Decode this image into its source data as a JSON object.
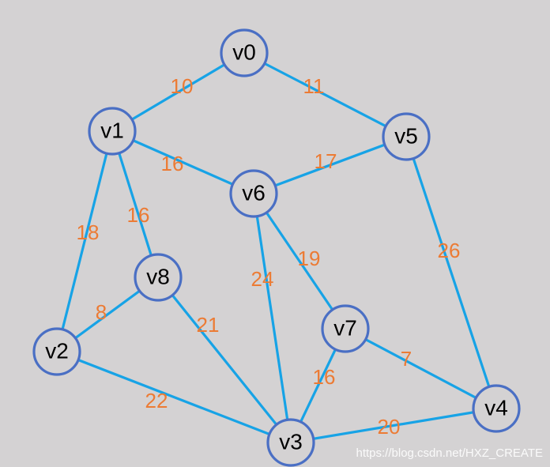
{
  "graph": {
    "nodes": [
      {
        "id": "v0",
        "label": "v0"
      },
      {
        "id": "v1",
        "label": "v1"
      },
      {
        "id": "v2",
        "label": "v2"
      },
      {
        "id": "v3",
        "label": "v3"
      },
      {
        "id": "v4",
        "label": "v4"
      },
      {
        "id": "v5",
        "label": "v5"
      },
      {
        "id": "v6",
        "label": "v6"
      },
      {
        "id": "v7",
        "label": "v7"
      },
      {
        "id": "v8",
        "label": "v8"
      }
    ],
    "edges": [
      {
        "from": "v0",
        "to": "v1",
        "weight": "10"
      },
      {
        "from": "v0",
        "to": "v5",
        "weight": "11"
      },
      {
        "from": "v1",
        "to": "v6",
        "weight": "16"
      },
      {
        "from": "v1",
        "to": "v8",
        "weight": "16"
      },
      {
        "from": "v1",
        "to": "v2",
        "weight": "18"
      },
      {
        "from": "v5",
        "to": "v6",
        "weight": "17"
      },
      {
        "from": "v5",
        "to": "v4",
        "weight": "26"
      },
      {
        "from": "v6",
        "to": "v7",
        "weight": "19"
      },
      {
        "from": "v6",
        "to": "v3",
        "weight": "24"
      },
      {
        "from": "v8",
        "to": "v2",
        "weight": "8"
      },
      {
        "from": "v8",
        "to": "v3",
        "weight": "21"
      },
      {
        "from": "v2",
        "to": "v3",
        "weight": "22"
      },
      {
        "from": "v7",
        "to": "v4",
        "weight": "7"
      },
      {
        "from": "v7",
        "to": "v3",
        "weight": "16"
      },
      {
        "from": "v3",
        "to": "v4",
        "weight": "20"
      }
    ]
  },
  "watermark": {
    "text": "https://blog.csdn.net/HXZ_CREATE"
  },
  "colors": {
    "background": "#d4d2d3",
    "edge": "#17a3e6",
    "node_border": "#4a6fc4",
    "weight_text": "#ec7b34",
    "node_text": "#000000"
  }
}
